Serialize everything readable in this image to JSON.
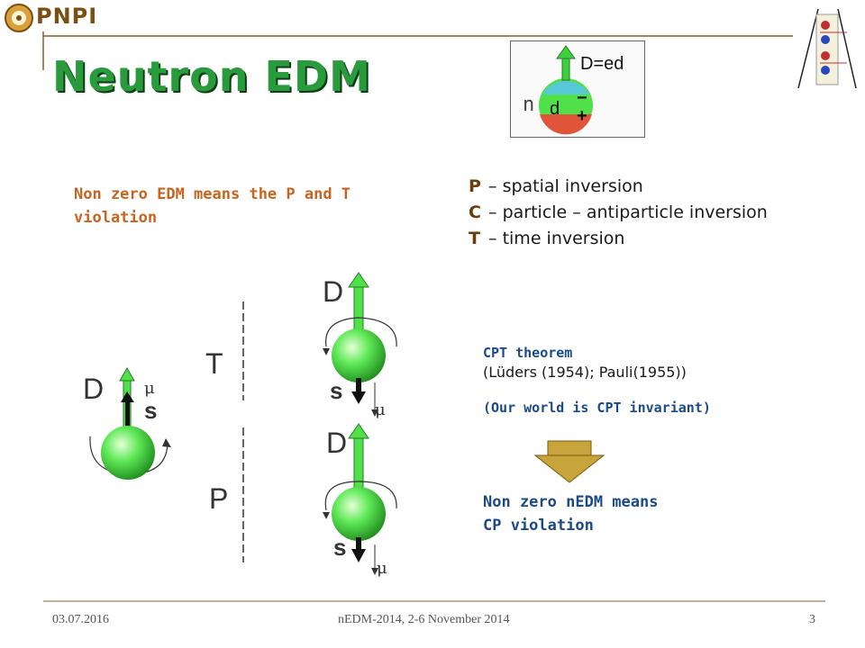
{
  "header": {
    "logo_text": "PNPI",
    "title": "Neutron EDM"
  },
  "edm_figure": {
    "label_D": "D=ed",
    "label_n": "n",
    "label_d": "d",
    "minus": "−",
    "plus": "+"
  },
  "claim": {
    "line1": "Non zero EDM means the P and T",
    "line2": "violation"
  },
  "symmetries": [
    {
      "letter": "P",
      "text": " – spatial inversion"
    },
    {
      "letter": "C",
      "text": " – particle – antiparticle inversion"
    },
    {
      "letter": "T",
      "text": " – time inversion"
    }
  ],
  "diagram": {
    "left_D": "D",
    "left_mu": "μ",
    "left_s": "s",
    "T_label": "T",
    "P_label": "P",
    "top_D": "D",
    "top_s": "s",
    "top_mu": "μ",
    "bot_D": "D",
    "bot_s": "s",
    "bot_mu": "μ"
  },
  "cpt": {
    "title": "CPT theorem",
    "refs": "(Lüders (1954); Pauli(1955))",
    "world": "(Our world is CPT invariant)"
  },
  "conclusion": {
    "line1": "Non zero nEDM means",
    "line2": "CP violation"
  },
  "footer": {
    "date": "03.07.2016",
    "conference": "nEDM-2014, 2-6 November 2014",
    "page": "3"
  },
  "colors": {
    "title": "#2a9b3c",
    "claim": "#c8641e",
    "cpt": "#1a4a8a",
    "sphere": "#4fe04a"
  }
}
